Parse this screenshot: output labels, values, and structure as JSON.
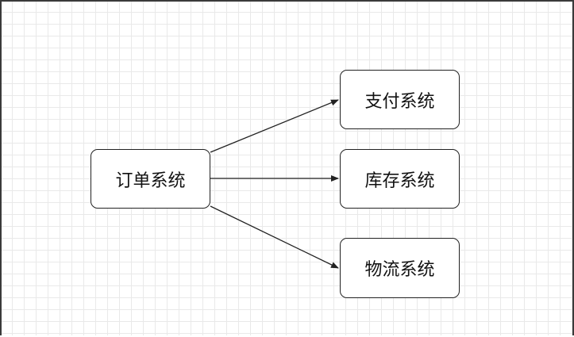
{
  "diagram": {
    "nodes": {
      "order": "订单系统",
      "payment": "支付系统",
      "inventory": "库存系统",
      "logistics": "物流系统"
    },
    "edges": [
      {
        "from": "order",
        "to": "payment"
      },
      {
        "from": "order",
        "to": "inventory"
      },
      {
        "from": "order",
        "to": "logistics"
      }
    ],
    "colors": {
      "stroke": "#222222",
      "grid": "#e9e9e9",
      "background": "#ffffff"
    }
  }
}
